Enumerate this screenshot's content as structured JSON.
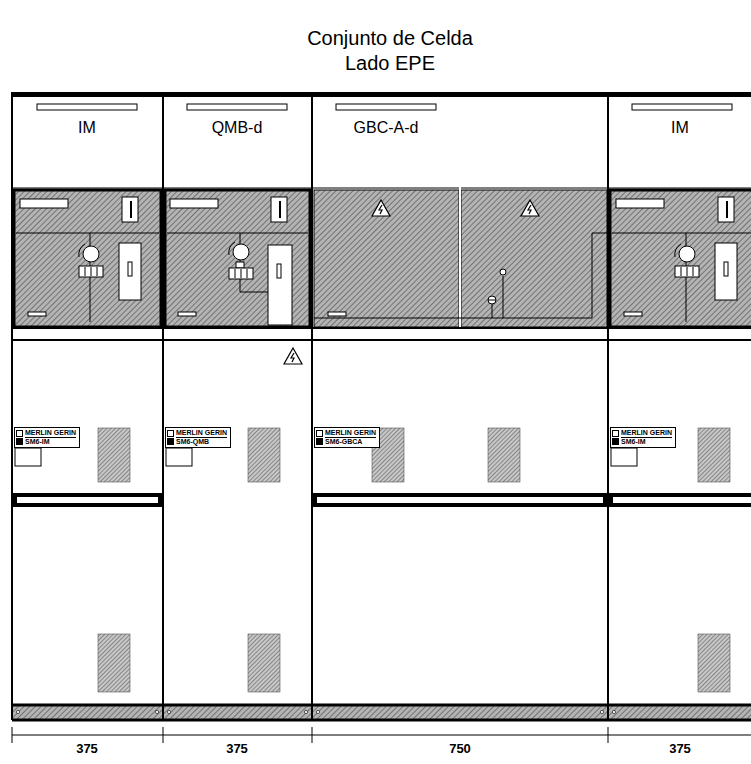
{
  "diagram": {
    "title": "Conjunto de Celda Lado EPE",
    "nodes": [
      {
        "text": [
          "IM"
        ]
      },
      {
        "text": [
          "MERLIN GERIN",
          "SM6-IM"
        ],
        "in": 0
      },
      {
        "text": [
          "QMB-d"
        ]
      },
      {
        "text": [
          "MERLIN GERIN",
          "SM6-QMB"
        ],
        "in": 2
      },
      {
        "text": [
          "GBC-A-d"
        ]
      },
      {
        "text": [
          "MERLIN GERIN",
          "SM6-GBCA"
        ],
        "in": 4
      },
      {
        "text": [
          "IM"
        ]
      },
      {
        "text": [
          "MERLIN GERIN",
          "SM6-IM"
        ],
        "in": 6
      }
    ],
    "labels": [
      "375",
      "375",
      "750",
      "375"
    ]
  }
}
